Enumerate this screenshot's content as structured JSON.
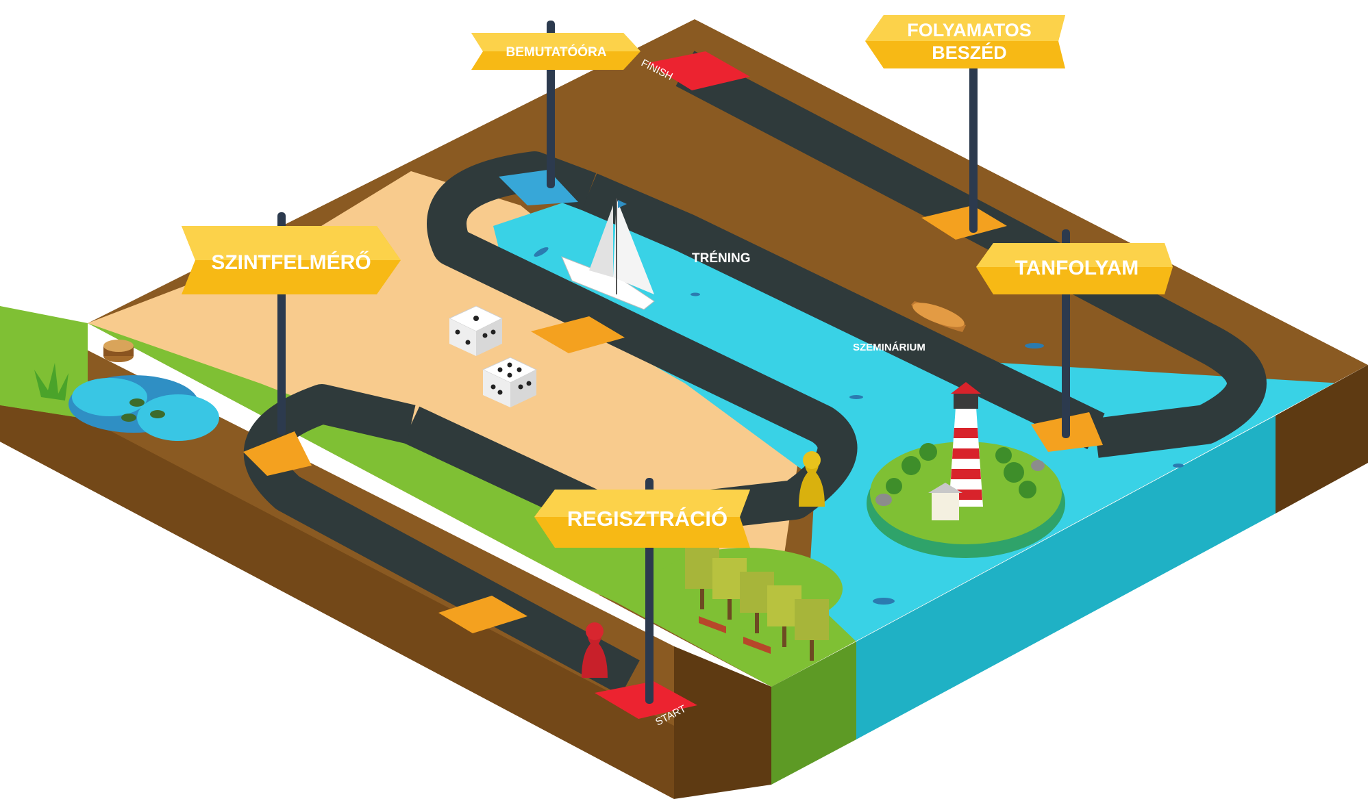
{
  "signs": {
    "bemutatoora": "BEMUTATÓÓRA",
    "folyamatos_line1": "FOLYAMATOS",
    "folyamatos_line2": "BESZÉD",
    "szintfelmero": "SZINTFELMÉRŐ",
    "tanfolyam": "TANFOLYAM",
    "regisztracio": "REGISZTRÁCIÓ"
  },
  "board_labels": {
    "trening": "TRÉNING",
    "szeminarium": "SZEMINÁRIUM",
    "start": "START",
    "finish": "FINISH"
  },
  "colors": {
    "dirt": "#8a5a22",
    "dirt_side": "#5e3a12",
    "grass": "#7fc034",
    "grass_side": "#4f8e22",
    "sand": "#f8cb8d",
    "water": "#39d2e6",
    "water_side": "#1fb1c5",
    "path": "#2f3a3b",
    "orange_tile": "#f4a11f",
    "red_tile": "#ec2330",
    "blue_tile": "#37a7d8",
    "sign": "#f7b915",
    "sign_light": "#fcd24a",
    "pole": "#2c3a4e"
  },
  "pieces": {
    "red_pawn": "pawn-icon",
    "yellow_pawn": "pawn-icon",
    "dice": "dice-icon",
    "boat": "sailboat-icon",
    "lighthouse": "lighthouse-icon"
  }
}
